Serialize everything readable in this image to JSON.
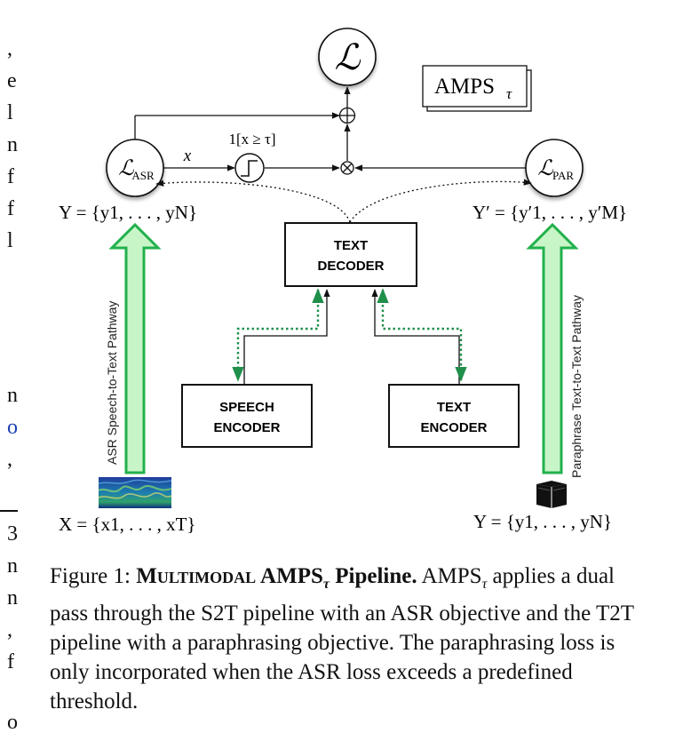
{
  "left_margin_fragments": [
    ",",
    "e",
    "l",
    "n",
    "f",
    "f",
    "l",
    "n",
    "o",
    ",",
    "3",
    "n",
    "n",
    ",",
    "f",
    "o"
  ],
  "figure": {
    "loss_top": "ℒ",
    "amps_tag": "AMPS",
    "amps_sub": "τ",
    "asr_loss": "ℒ",
    "asr_loss_sub": "ASR",
    "par_loss": "ℒ",
    "par_loss_sub": "PAR",
    "x_label": "x",
    "threshold_label": "1[x ≥ τ]",
    "plus_symbol": "⊕",
    "times_symbol": "⊗",
    "y_output": "Y = {y1, . . . , yN}",
    "y_prime_output": "Y′ = {y′1, . . . , y′M}",
    "text_decoder": [
      "TEXT",
      "DECODER"
    ],
    "speech_encoder": [
      "SPEECH",
      "ENCODER"
    ],
    "text_encoder": [
      "TEXT",
      "ENCODER"
    ],
    "left_pathway": "ASR Speech-to-Text Pathway",
    "right_pathway": "Paraphrase Text-to-Text Pathway",
    "x_input": "X = {x1, . . . , xT}",
    "y_input": "Y = {y1, . . . , yN}"
  },
  "caption": {
    "prefix": "Figure 1: ",
    "bold_title": "Multimodal AMPS",
    "bold_title_sub": "τ",
    "bold_title_end": " Pipeline.",
    "body_start": " AMPS",
    "body_sub": "τ",
    "body_rest": " applies a dual pass through the S2T pipeline with an ASR objective and the T2T pipeline with a paraphrasing objective. The paraphrasing loss is only incorporated when the ASR loss exceeds a predefined threshold."
  },
  "colors": {
    "green_fill": "#c8f5c8",
    "green_stroke": "#22b14c",
    "dotted_green": "#1f8f4a"
  }
}
